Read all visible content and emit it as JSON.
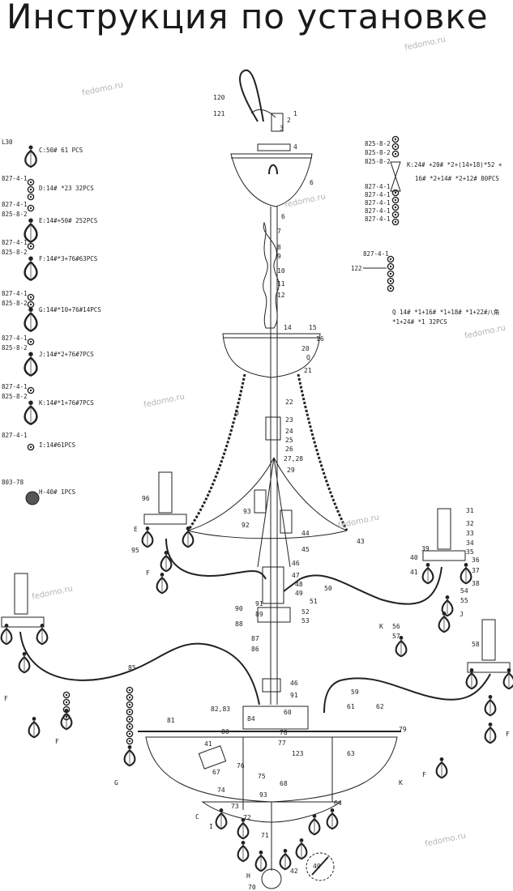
{
  "title": "Инструкция по установке",
  "watermarks": [
    "fedomo.ru",
    "fedomo.ru",
    "fedomo.ru",
    "fedomo.ru",
    "fedomo.ru",
    "fedomo.ru",
    "fedomo.ru",
    "fedomo.ru"
  ],
  "legend_left": [
    {
      "codes": [
        "L30"
      ],
      "text": "C:50# 61 PCS"
    },
    {
      "codes": [
        "827-4-1"
      ],
      "text": "D:14# *23 32PCS"
    },
    {
      "codes": [
        "827-4-1",
        "825-8-2"
      ],
      "text": "E:14#+50# 252PCS"
    },
    {
      "codes": [
        "827-4-1",
        "825-8-2"
      ],
      "text": "F:14#*3+76#63PCS"
    },
    {
      "codes": [
        "827-4-1",
        "825-8-2"
      ],
      "text": "G:14#*10+76#14PCS"
    },
    {
      "codes": [
        "827-4-1",
        "825-8-2"
      ],
      "text": "J:14#*2+76#7PCS"
    },
    {
      "codes": [
        "827-4-1",
        "825-8-2"
      ],
      "text": "K:14#*1+76#7PCS"
    },
    {
      "codes": [
        "827-4-1"
      ],
      "text": "I:14#61PCS"
    },
    {
      "codes": [
        "803-78"
      ],
      "text": "H-40# 1PCS"
    }
  ],
  "legend_right": {
    "k_codes": [
      "825-8-2",
      "825-8-2",
      "825-8-2",
      "827-4-1",
      "827-4-1",
      "827-4-1",
      "827-4-1",
      "827-4-1"
    ],
    "k_text_1": "K:24# +20# *2+(14+18)*52 +",
    "k_text_2": "16# *2+14# *2+12# 80PCS",
    "q_codes": [
      "827-4-1",
      "122"
    ],
    "q_text_1": "Q  14# *1+16# *1+18# *1+22#八角",
    "q_text_2": "*1+24# *1 32PCS"
  },
  "callouts": [
    "120",
    "121",
    "1",
    "2",
    "3",
    "4",
    "6",
    "6",
    "7",
    "8",
    "9",
    "10",
    "11",
    "12",
    "14",
    "15",
    "16",
    "20",
    "Q",
    "21",
    "22",
    "23",
    "24",
    "25",
    "26",
    "27,28",
    "29",
    "D",
    "31",
    "32",
    "33",
    "34",
    "35",
    "36",
    "37",
    "38",
    "39",
    "40",
    "41",
    "96",
    "93",
    "92",
    "44",
    "43",
    "45",
    "46",
    "47",
    "48",
    "49",
    "50",
    "51",
    "52",
    "53",
    "54",
    "55",
    "56",
    "57",
    "J",
    "K",
    "95",
    "E",
    "F",
    "90",
    "91",
    "89",
    "88",
    "87",
    "86",
    "85",
    "46",
    "91",
    "59",
    "61",
    "62",
    "82,83",
    "84",
    "60",
    "78",
    "77",
    "123",
    "81",
    "79",
    "41",
    "80",
    "76",
    "75",
    "67",
    "68",
    "63",
    "K",
    "93",
    "73",
    "72",
    "74",
    "C",
    "I",
    "64",
    "71",
    "70",
    "42",
    "40",
    "H",
    "58",
    "F",
    "F",
    "G",
    "F",
    "F"
  ]
}
